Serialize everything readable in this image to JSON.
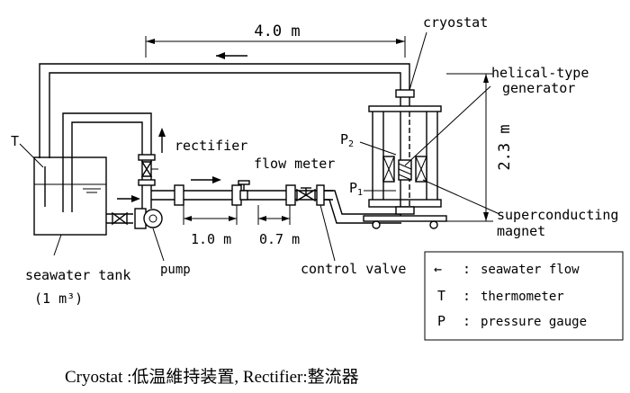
{
  "labels": {
    "dim_length": "4.0 m",
    "dim_height": "2.3 m",
    "dim_1": "1.0 m",
    "dim_2": "0.7 m",
    "cryostat": "cryostat",
    "helical_1": "helical-type",
    "helical_2": "generator",
    "p2": "P",
    "p2_sub": "2",
    "p1": "P",
    "p1_sub": "1",
    "t": "T",
    "rectifier": "rectifier",
    "flow_meter": "flow meter",
    "supercond_1": "superconducting",
    "supercond_2": "magnet",
    "tank_1": "seawater tank",
    "tank_2": "(1 m³)",
    "pump": "pump",
    "control_valve": "control valve"
  },
  "legend": {
    "items": [
      {
        "symbol": "←",
        "sep": ":",
        "text": "seawater flow"
      },
      {
        "symbol": "T",
        "sep": ":",
        "text": "thermometer"
      },
      {
        "symbol": "P",
        "sep": ":",
        "text": "pressure gauge"
      }
    ]
  },
  "caption": "Cryostat :低温維持装置, Rectifier:整流器"
}
